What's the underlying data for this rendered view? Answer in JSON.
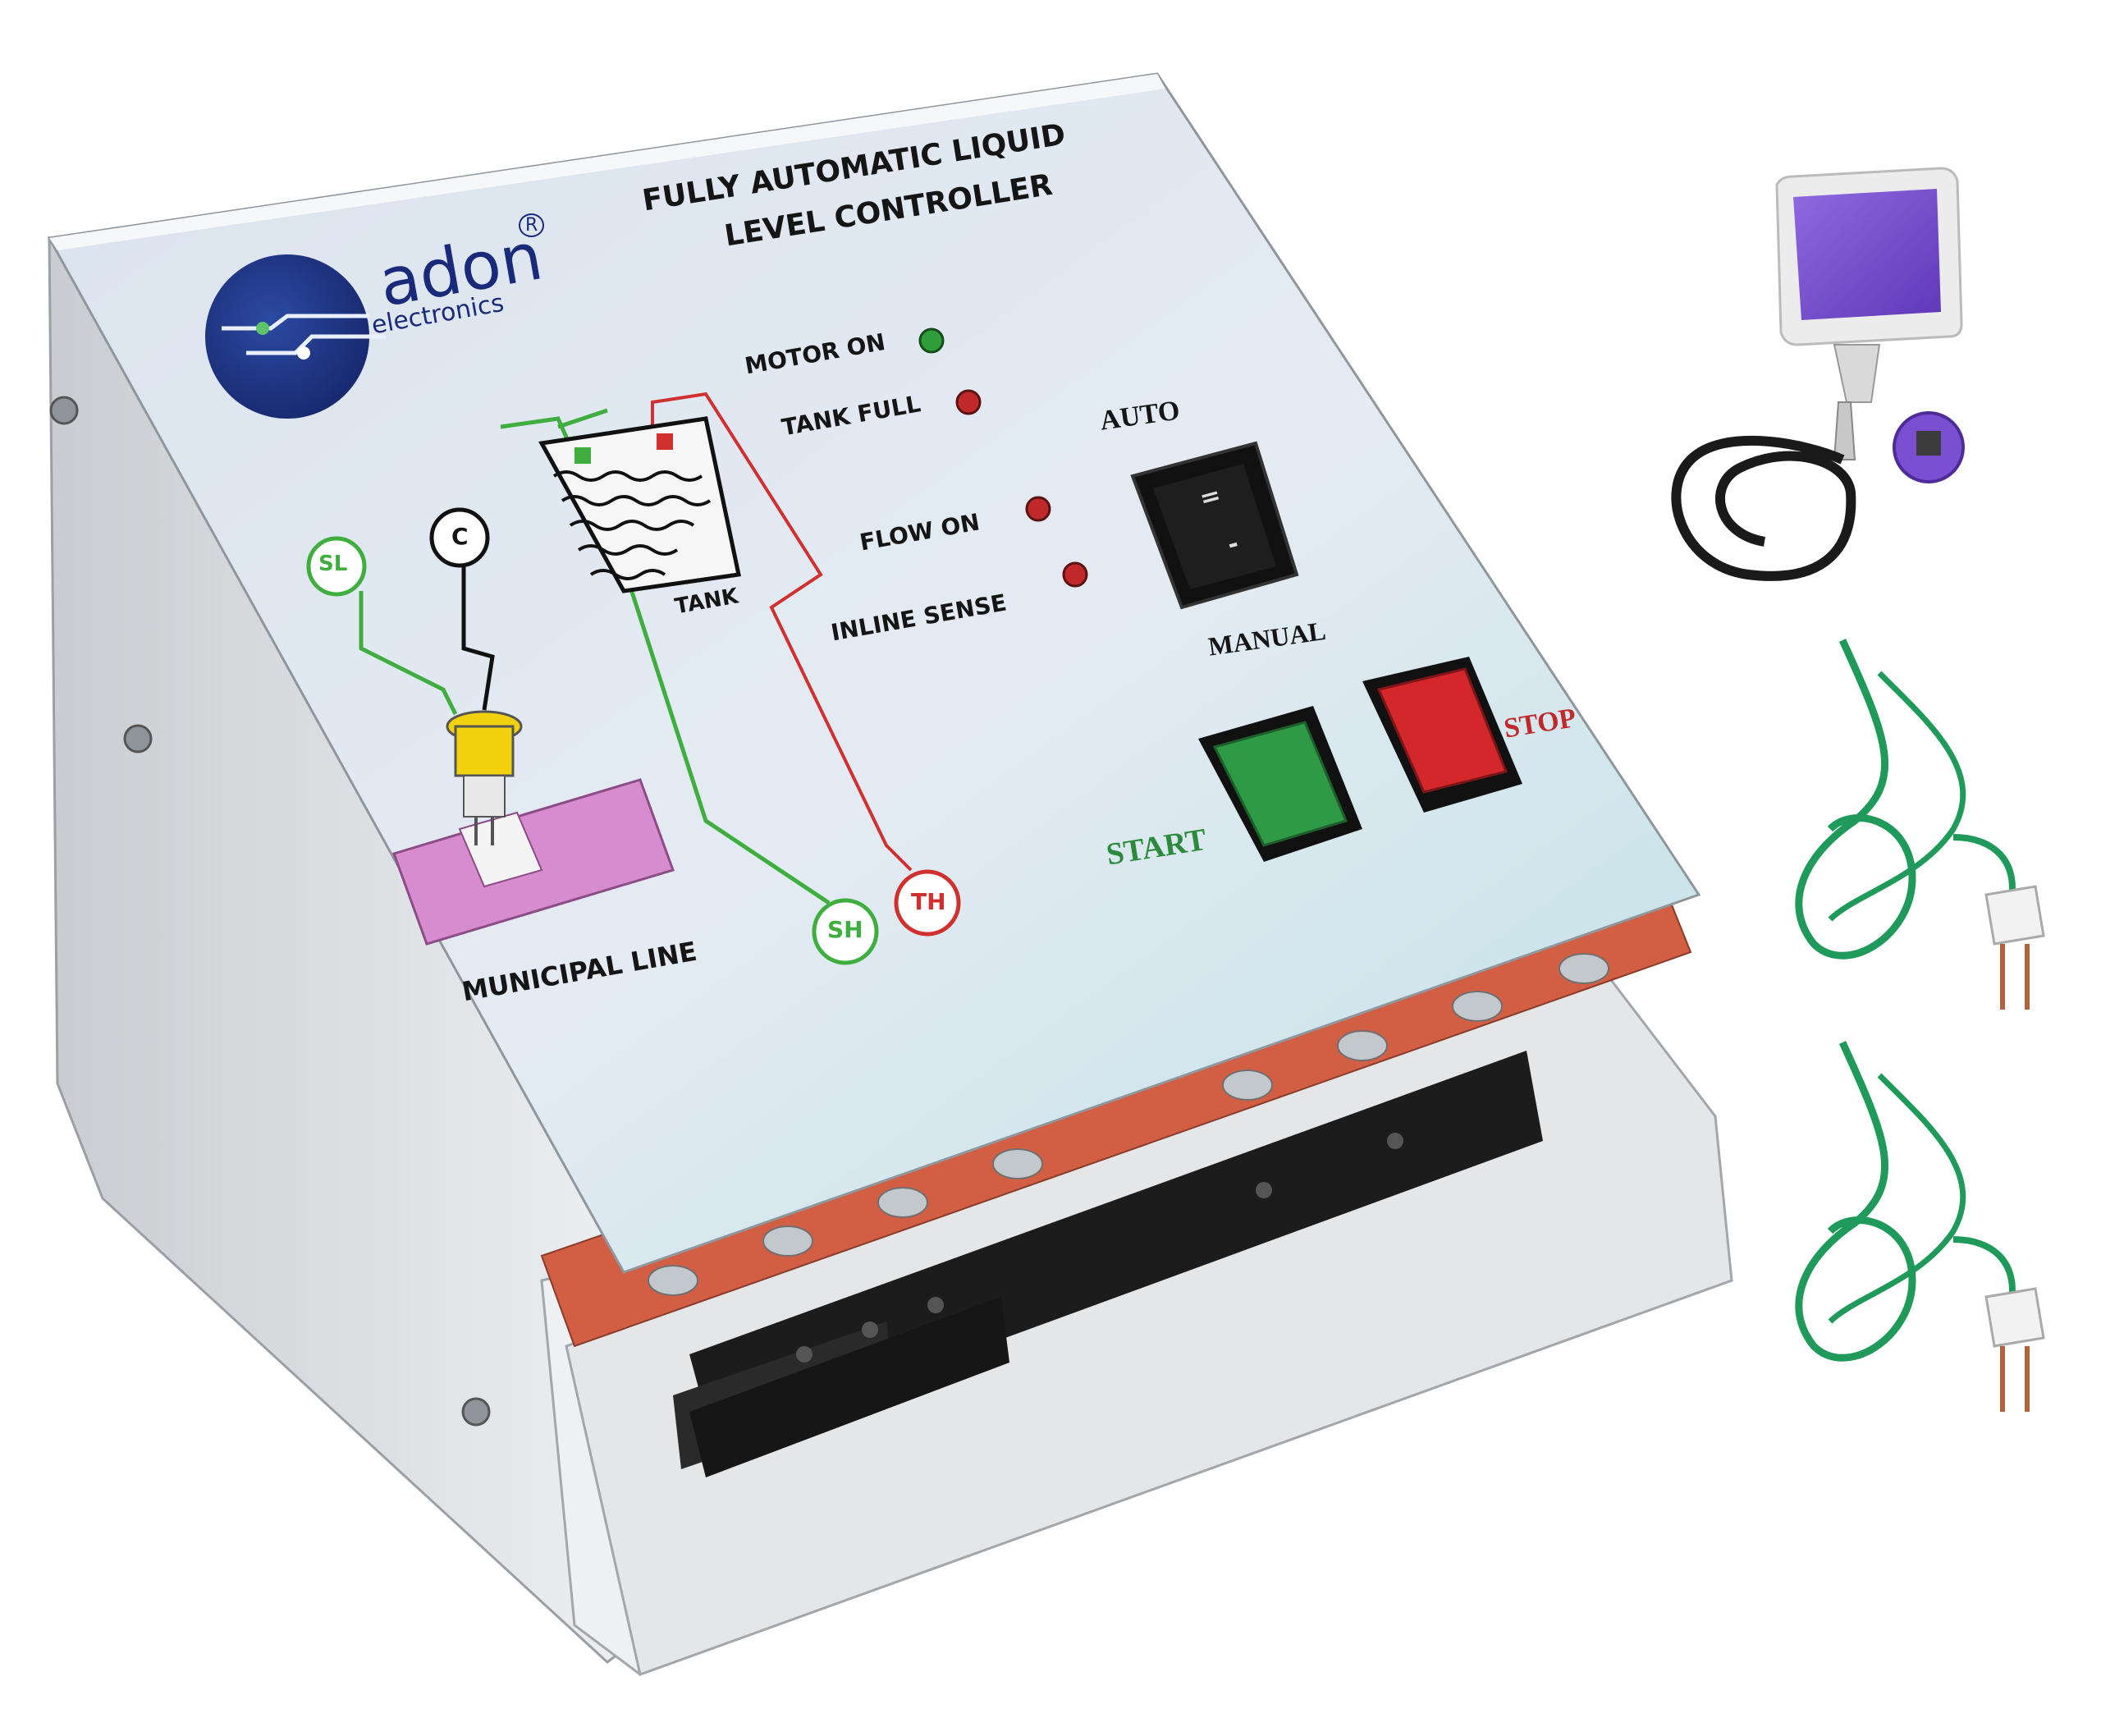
{
  "panel": {
    "title_line1": "FULLY AUTOMATIC LIQUID",
    "title_line2": "LEVEL CONTROLLER",
    "brand": "adon",
    "brand_sub": "electronics",
    "registered_mark": "R"
  },
  "indicators": [
    {
      "label": "MOTOR ON",
      "color": "#2f9e3a"
    },
    {
      "label": "TANK FULL",
      "color": "#c0282a"
    },
    {
      "label": "FLOW ON",
      "color": "#c0282a"
    },
    {
      "label": "INLINE SENSE",
      "color": "#c0282a"
    }
  ],
  "diagram": {
    "sensor_left": "SL",
    "sensor_common": "C",
    "sensor_high": "SH",
    "tank_high": "TH",
    "tank_label": "TANK",
    "pipe_label": "MUNICIPAL LINE",
    "colors": {
      "green_wire": "#3fae3f",
      "red_wire": "#d0302e",
      "pipe": "#d78ccf",
      "sensor_cap": "#f2d20e"
    }
  },
  "switch": {
    "label_top": "AUTO",
    "label_bottom": "MANUAL",
    "symbol_top": "=",
    "symbol_bottom": "-"
  },
  "buttons": {
    "start_label": "START",
    "stop_label": "STOP",
    "start_color": "#2e9a45",
    "stop_color": "#d4272b"
  },
  "accessories": {
    "float_switch_color": "#7a4fd1",
    "probe_wire_color": "#1f9a5a"
  }
}
